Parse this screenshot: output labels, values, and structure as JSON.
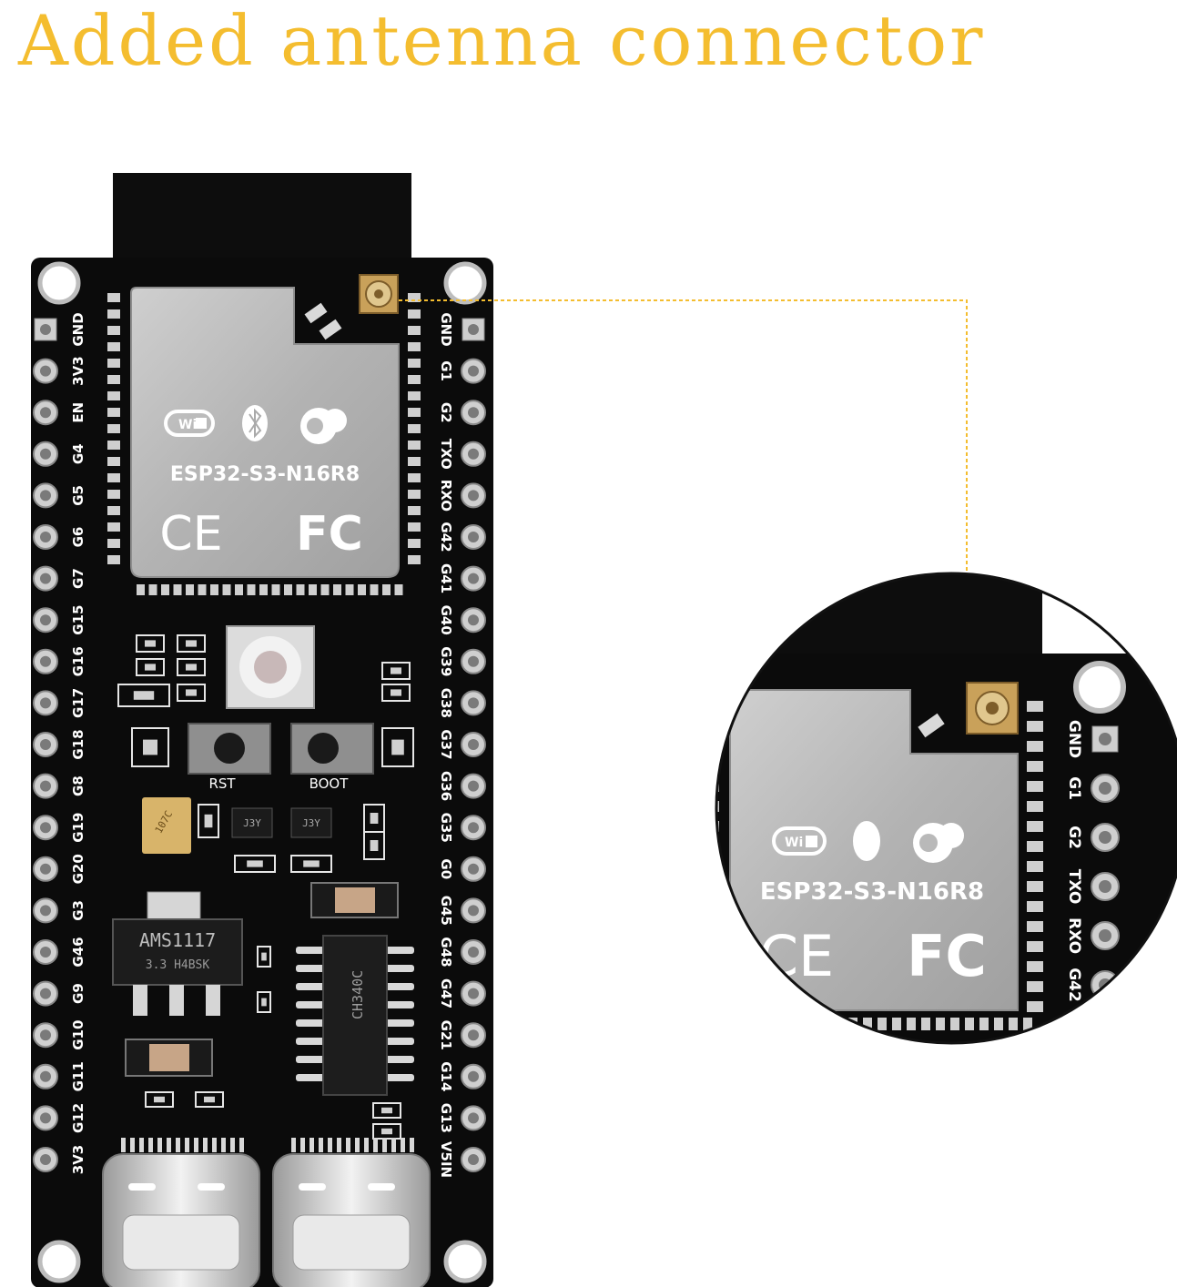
{
  "headline": "Added antenna connector",
  "board": {
    "module_label": "ESP32-S3-N16R8",
    "cert_marks": [
      "CE",
      "FC"
    ],
    "buttons": [
      "RST",
      "BOOT"
    ],
    "left_pins": [
      "GND",
      "3V3",
      "EN",
      "G4",
      "G5",
      "G6",
      "G7",
      "G15",
      "G16",
      "G17",
      "G18",
      "G8",
      "G19",
      "G20",
      "G3",
      "G46",
      "G9",
      "G10",
      "G11",
      "G12",
      "3V3"
    ],
    "right_pins": [
      "GND",
      "G1",
      "G2",
      "TXO",
      "RXO",
      "G42",
      "G41",
      "G40",
      "G39",
      "G38",
      "G37",
      "G36",
      "G35",
      "G0",
      "G45",
      "G48",
      "G47",
      "G21",
      "G14",
      "G13",
      "V5IN"
    ],
    "regulator_label": "AMS1117",
    "regulator_sub": "3.3   H4BSK",
    "usb_chip_label": "CH340C",
    "transistor_label": "J3Y",
    "cap_label": "107C"
  },
  "zoom": {
    "module_label": "ESP32-S3-N16R8",
    "cert_marks": [
      "CE",
      "FC"
    ],
    "right_pins": [
      "GND",
      "G1",
      "G2",
      "TXO",
      "RXO",
      "G42"
    ]
  },
  "colors": {
    "accent": "#f4bd2f",
    "pcb": "#0b0b0b",
    "shield": "#b9b9b9",
    "connector_gold": "#c9a15a"
  },
  "icons": [
    "wifi-icon",
    "bluetooth-icon",
    "cloud-logo-icon"
  ]
}
